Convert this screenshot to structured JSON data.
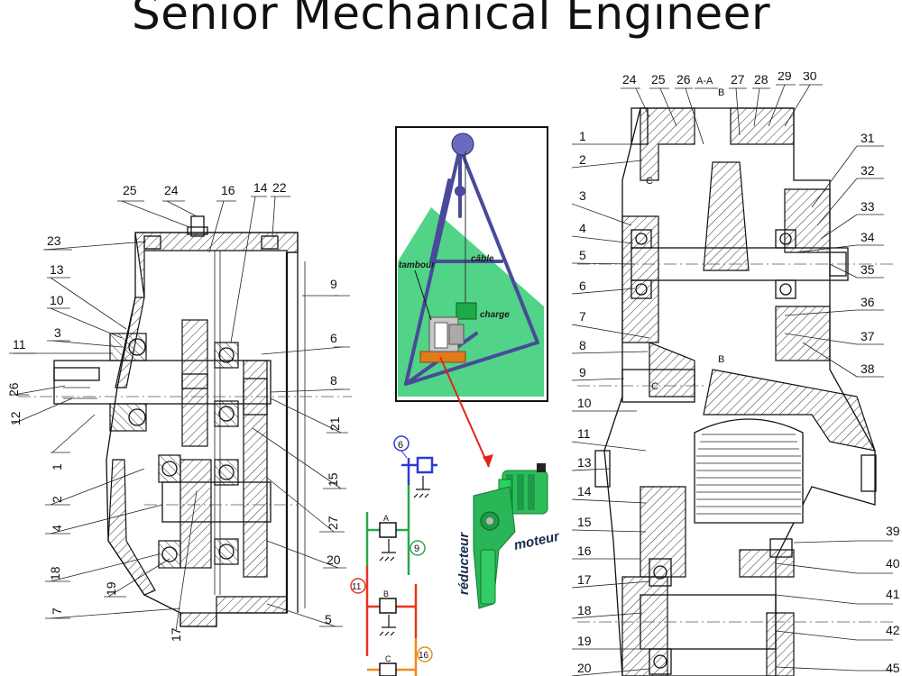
{
  "title": "Senior Mechanical Engineer",
  "left_drawing": {
    "labels": [
      "25",
      "24",
      "16",
      "14",
      "22",
      "23",
      "13",
      "10",
      "3",
      "11",
      "26",
      "12",
      "1",
      "2",
      "4",
      "18",
      "7",
      "19",
      "17",
      "9",
      "6",
      "8",
      "21",
      "15",
      "27",
      "20",
      "5"
    ]
  },
  "crane_scene": {
    "labels": {
      "tambour": "tambour",
      "cable": "câble",
      "charge": "charge"
    },
    "colors": {
      "floor": "#3ecf7a",
      "frame": "#4a4a9a",
      "base": "#e07a1a"
    }
  },
  "kinematic_scheme": {
    "nodes": {
      "n6": "6",
      "n9": "9",
      "n11": "11",
      "n16": "16"
    },
    "letters": {
      "a": "A",
      "b": "B",
      "c": "C"
    },
    "colors": {
      "blue": "#2e3ad6",
      "green": "#2aa84a",
      "red": "#e8341c",
      "orange": "#f08a1a"
    }
  },
  "motor_photo": {
    "reducer_label": "réducteur",
    "motor_label": "moteur",
    "color": "#2bbf5a"
  },
  "right_drawing": {
    "top_labels": [
      "24",
      "25",
      "26",
      "A-A",
      "27",
      "28",
      "29",
      "30"
    ],
    "section_marks": {
      "b_top": "B",
      "b_bottom": "B",
      "c_top": "C",
      "c_bottom": "C"
    },
    "left_labels": [
      "1",
      "2",
      "3",
      "4",
      "5",
      "6",
      "7",
      "8",
      "9",
      "10",
      "11",
      "13",
      "14",
      "15",
      "16",
      "17",
      "18",
      "19",
      "20"
    ],
    "right_labels": [
      "31",
      "32",
      "33",
      "34",
      "35",
      "36",
      "37",
      "38",
      "39",
      "40",
      "41",
      "42",
      "45"
    ]
  }
}
